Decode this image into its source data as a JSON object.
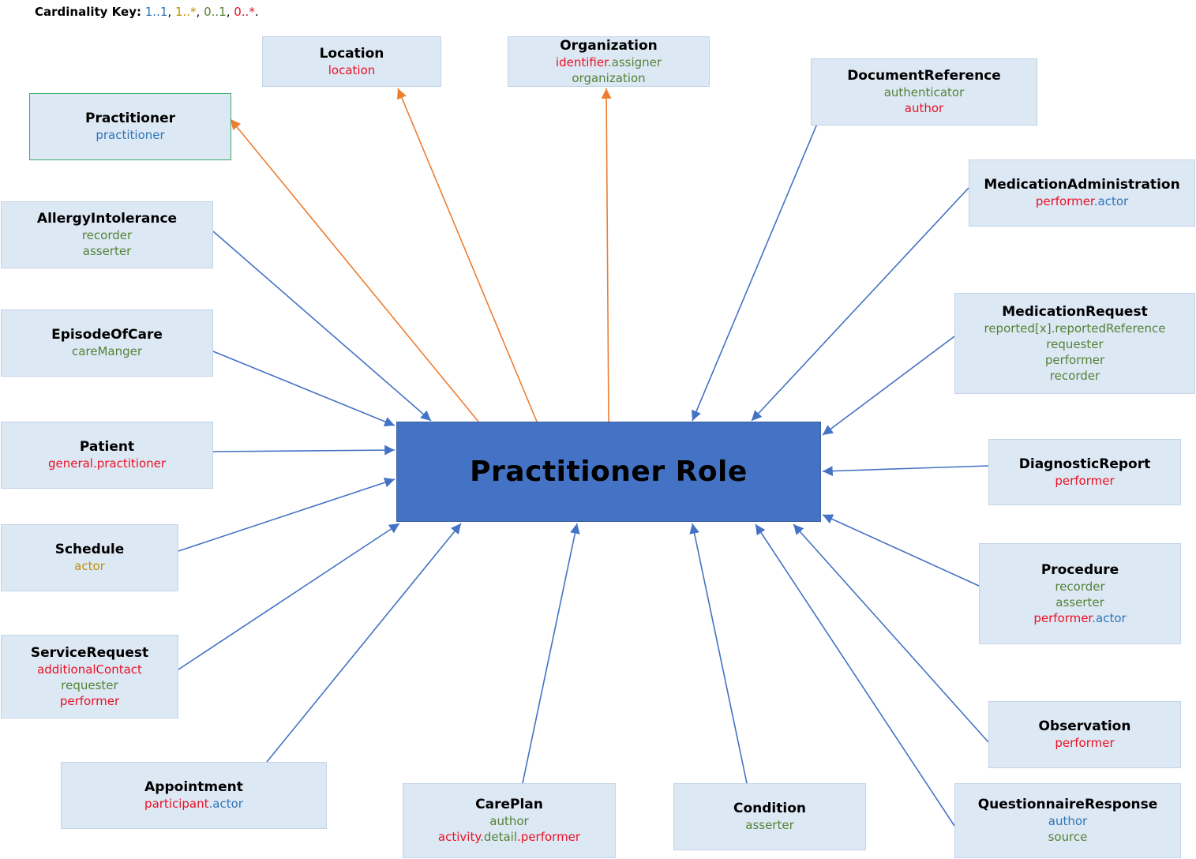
{
  "colors": {
    "c1_1": "#2e75b6",
    "c1_n": "#bf9000",
    "c0_1": "#548235",
    "c0_n": "#e81123",
    "arrow_blue": "#4472c4",
    "arrow_orange": "#ed7d31",
    "box_fill": "#dde8f5",
    "center_fill": "#4472c4"
  },
  "key": {
    "title": "Cardinality Key:",
    "items": [
      {
        "text": "1..1",
        "card": "c1_1"
      },
      {
        "text": "1..*",
        "card": "c1_n"
      },
      {
        "text": "0..1",
        "card": "c0_1"
      },
      {
        "text": "0..*",
        "card": "c0_n"
      }
    ],
    "end": "."
  },
  "center": {
    "title": "Practitioner Role"
  },
  "nodes": [
    {
      "id": "location",
      "title": "Location",
      "lines": [
        [
          {
            "t": "location",
            "c": "c0_n"
          }
        ]
      ]
    },
    {
      "id": "organization",
      "title": "Organization",
      "lines": [
        [
          {
            "t": "identifier",
            "c": "c0_n"
          },
          {
            "t": ".",
            "c": "c0_1"
          },
          {
            "t": "assigner",
            "c": "c0_1"
          }
        ],
        [
          {
            "t": "organization",
            "c": "c0_1"
          }
        ]
      ]
    },
    {
      "id": "documentreference",
      "title": "DocumentReference",
      "lines": [
        [
          {
            "t": "authenticator",
            "c": "c0_1"
          }
        ],
        [
          {
            "t": "author",
            "c": "c0_n"
          }
        ]
      ]
    },
    {
      "id": "practitioner",
      "title": "Practitioner",
      "lines": [
        [
          {
            "t": "practitioner",
            "c": "c1_1"
          }
        ]
      ]
    },
    {
      "id": "medicationadministration",
      "title": "MedicationAdministration",
      "lines": [
        [
          {
            "t": "performer",
            "c": "c0_n"
          },
          {
            "t": ".",
            "c": "c1_1"
          },
          {
            "t": "actor",
            "c": "c1_1"
          }
        ]
      ]
    },
    {
      "id": "allergyintolerance",
      "title": "AllergyIntolerance",
      "lines": [
        [
          {
            "t": "recorder",
            "c": "c0_1"
          }
        ],
        [
          {
            "t": "asserter",
            "c": "c0_1"
          }
        ]
      ]
    },
    {
      "id": "medicationrequest",
      "title": "MedicationRequest",
      "lines": [
        [
          {
            "t": "reported[x].reportedReference",
            "c": "c0_1"
          }
        ],
        [
          {
            "t": "requester",
            "c": "c0_1"
          }
        ],
        [
          {
            "t": "performer",
            "c": "c0_1"
          }
        ],
        [
          {
            "t": "recorder",
            "c": "c0_1"
          }
        ]
      ]
    },
    {
      "id": "episodeofcare",
      "title": "EpisodeOfCare",
      "lines": [
        [
          {
            "t": "careManger",
            "c": "c0_1"
          }
        ]
      ]
    },
    {
      "id": "patient",
      "title": "Patient",
      "lines": [
        [
          {
            "t": "general.practitioner",
            "c": "c0_n"
          }
        ]
      ]
    },
    {
      "id": "diagnosticreport",
      "title": "DiagnosticReport",
      "lines": [
        [
          {
            "t": "performer",
            "c": "c0_n"
          }
        ]
      ]
    },
    {
      "id": "schedule",
      "title": "Schedule",
      "lines": [
        [
          {
            "t": "actor",
            "c": "c1_n"
          }
        ]
      ]
    },
    {
      "id": "procedure",
      "title": "Procedure",
      "lines": [
        [
          {
            "t": "recorder",
            "c": "c0_1"
          }
        ],
        [
          {
            "t": "asserter",
            "c": "c0_1"
          }
        ],
        [
          {
            "t": "performer",
            "c": "c0_n"
          },
          {
            "t": ".",
            "c": "c1_1"
          },
          {
            "t": "actor",
            "c": "c1_1"
          }
        ]
      ]
    },
    {
      "id": "servicerequest",
      "title": "ServiceRequest",
      "lines": [
        [
          {
            "t": "additionalContact",
            "c": "c0_n"
          }
        ],
        [
          {
            "t": "requester",
            "c": "c0_1"
          }
        ],
        [
          {
            "t": "performer",
            "c": "c0_n"
          }
        ]
      ]
    },
    {
      "id": "observation",
      "title": "Observation",
      "lines": [
        [
          {
            "t": "performer",
            "c": "c0_n"
          }
        ]
      ]
    },
    {
      "id": "appointment",
      "title": "Appointment",
      "lines": [
        [
          {
            "t": "participant",
            "c": "c0_n"
          },
          {
            "t": ".",
            "c": "c1_1"
          },
          {
            "t": "actor",
            "c": "c1_1"
          }
        ]
      ]
    },
    {
      "id": "careplan",
      "title": "CarePlan",
      "lines": [
        [
          {
            "t": "author",
            "c": "c0_1"
          }
        ],
        [
          {
            "t": "activity",
            "c": "c0_n"
          },
          {
            "t": ".",
            "c": "c0_1"
          },
          {
            "t": "detail",
            "c": "c0_1"
          },
          {
            "t": ".",
            "c": "c0_n"
          },
          {
            "t": "performer",
            "c": "c0_n"
          }
        ]
      ]
    },
    {
      "id": "condition",
      "title": "Condition",
      "lines": [
        [
          {
            "t": "asserter",
            "c": "c0_1"
          }
        ]
      ]
    },
    {
      "id": "questionnaireresponse",
      "title": "QuestionnaireResponse",
      "lines": [
        [
          {
            "t": "author",
            "c": "c1_1"
          }
        ],
        [
          {
            "t": "source",
            "c": "c0_1"
          }
        ]
      ]
    }
  ]
}
